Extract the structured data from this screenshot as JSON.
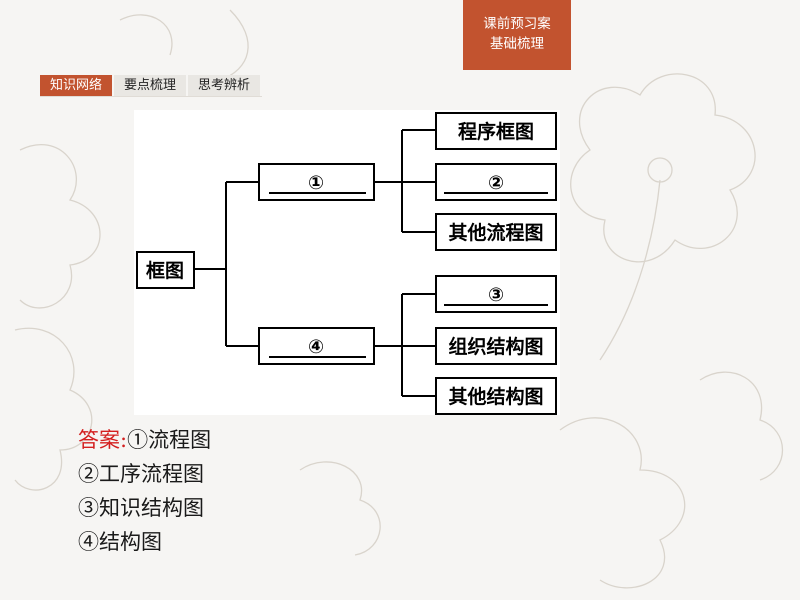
{
  "corner_tag": {
    "line1": "课前预习案",
    "line2": "基础梳理"
  },
  "tabs": [
    {
      "label": "知识网络",
      "active": true
    },
    {
      "label": "要点梳理",
      "active": false
    },
    {
      "label": "思考辨析",
      "active": false
    }
  ],
  "diagram": {
    "root": "框图",
    "branch1": "①",
    "branch2": "④",
    "b1_children": [
      "程序框图",
      "②",
      "其他流程图"
    ],
    "b2_children": [
      "③",
      "组织结构图",
      "其他结构图"
    ]
  },
  "answer": {
    "label": "答案:",
    "lines": [
      "①流程图",
      "②工序流程图",
      "③知识结构图",
      "④结构图"
    ]
  },
  "colors": {
    "accent": "#c2532f",
    "answer_label": "#d41f1f"
  }
}
